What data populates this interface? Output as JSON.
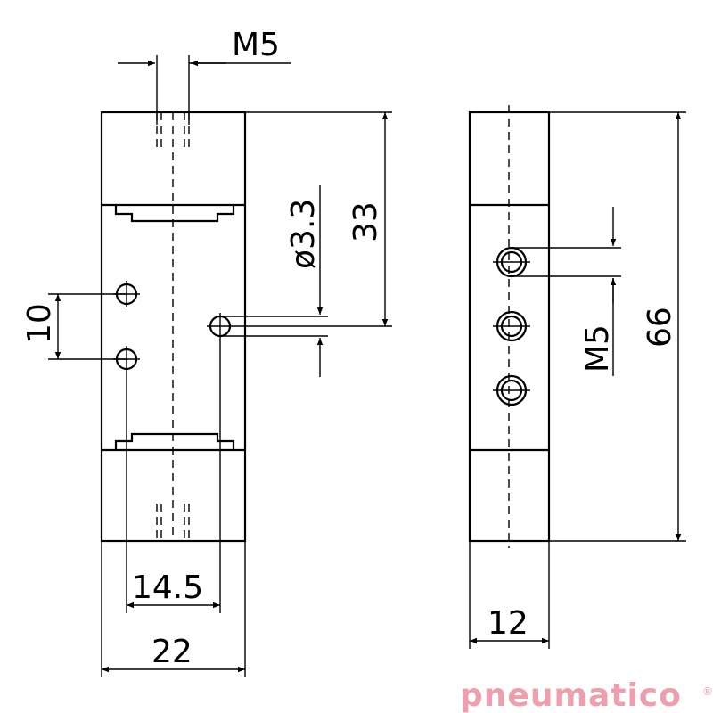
{
  "dimensions": {
    "m5_top": "M5",
    "dia": "ø3.3",
    "d33": "33",
    "d10": "10",
    "d14_5": "14.5",
    "d22": "22",
    "m5_side": "M5",
    "d66": "66",
    "d12": "12"
  },
  "logo": {
    "text": "pneumatico",
    "color": "#ee9fae",
    "mark": "®"
  }
}
